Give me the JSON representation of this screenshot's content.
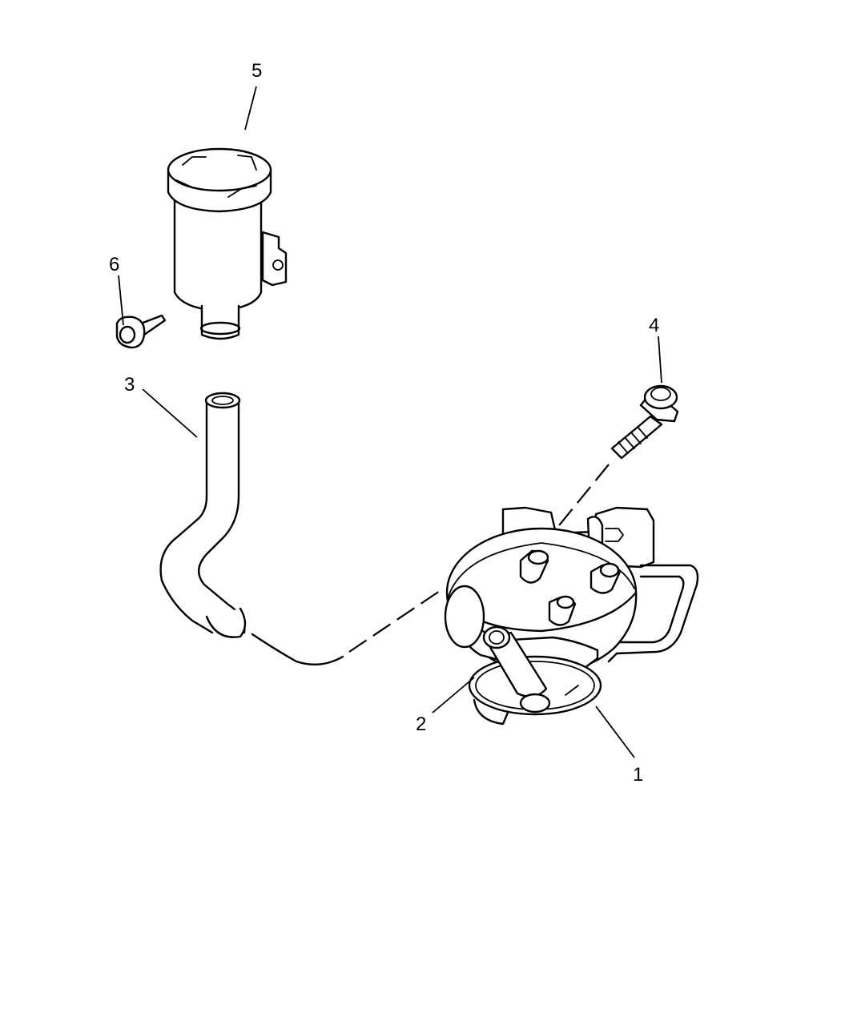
{
  "callouts": {
    "c1": "1",
    "c2": "2",
    "c3": "3",
    "c4": "4",
    "c5": "5",
    "c6": "6"
  },
  "colors": {
    "stroke": "#000000",
    "background": "#ffffff"
  }
}
